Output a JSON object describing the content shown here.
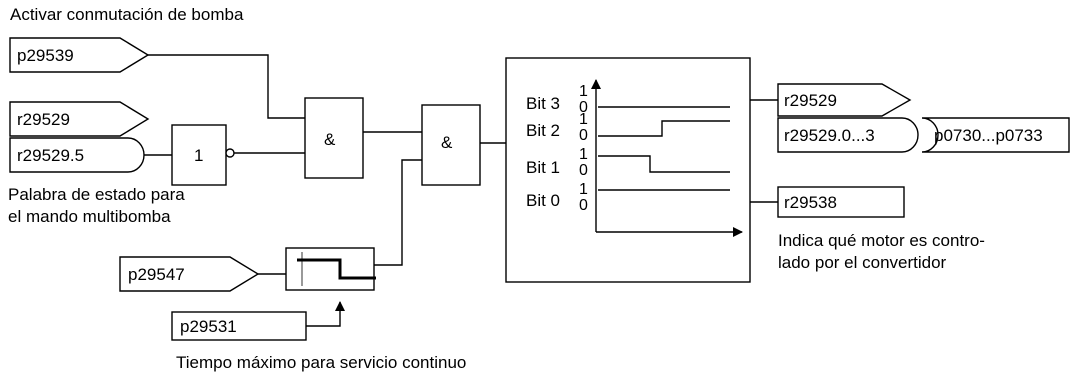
{
  "labels": {
    "activate_title": "Activar conmutación de bomba",
    "status_word_line1": "Palabra de estado para",
    "status_word_line2": "el mando multibomba",
    "indicates_line1": "Indica qué motor es contro-",
    "indicates_line2": "lado por el convertidor",
    "max_time": "Tiempo máximo para servicio continuo"
  },
  "params": {
    "p29539": "p29539",
    "r29529_in": "r29529",
    "r29529_5": "r29529.5",
    "p29547": "p29547",
    "p29531": "p29531",
    "r29529_out": "r29529",
    "r29529_0_3": "r29529.0...3",
    "p0730_p0733": "p0730...p0733",
    "r29538": "r29538"
  },
  "gates": {
    "not_gate": "1",
    "and1": "&",
    "and2": "&"
  },
  "timing": {
    "bit3": "Bit 3",
    "bit2": "Bit 2",
    "bit1": "Bit 1",
    "bit0": "Bit 0",
    "one": "1",
    "zero": "0"
  }
}
